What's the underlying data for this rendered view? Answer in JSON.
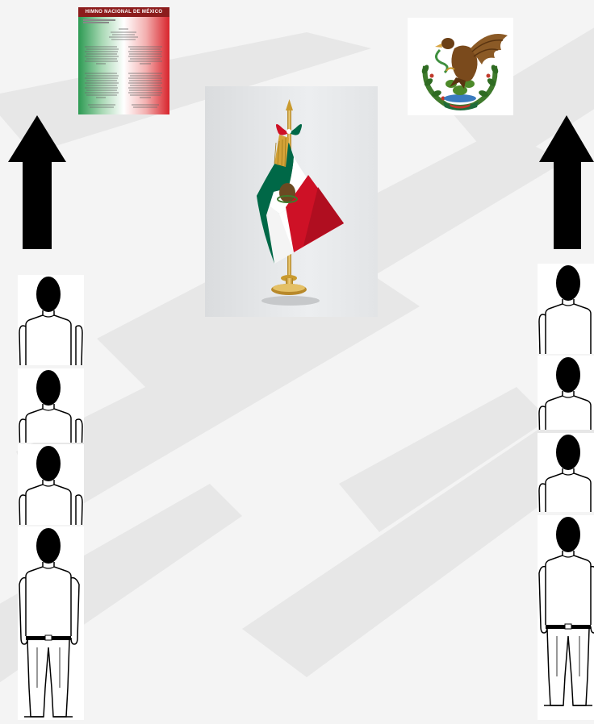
{
  "anthem_poster": {
    "title": "HIMNO NACIONAL DE MÉXICO"
  },
  "colors": {
    "flag_green": "#006847",
    "flag_white": "#ffffff",
    "flag_red": "#ce1126",
    "arrow": "#000000",
    "eagle_brown": "#7a4a1c",
    "gold": "#c99a2e"
  },
  "figures": {
    "left_column_count": 4,
    "right_column_count": 4
  }
}
